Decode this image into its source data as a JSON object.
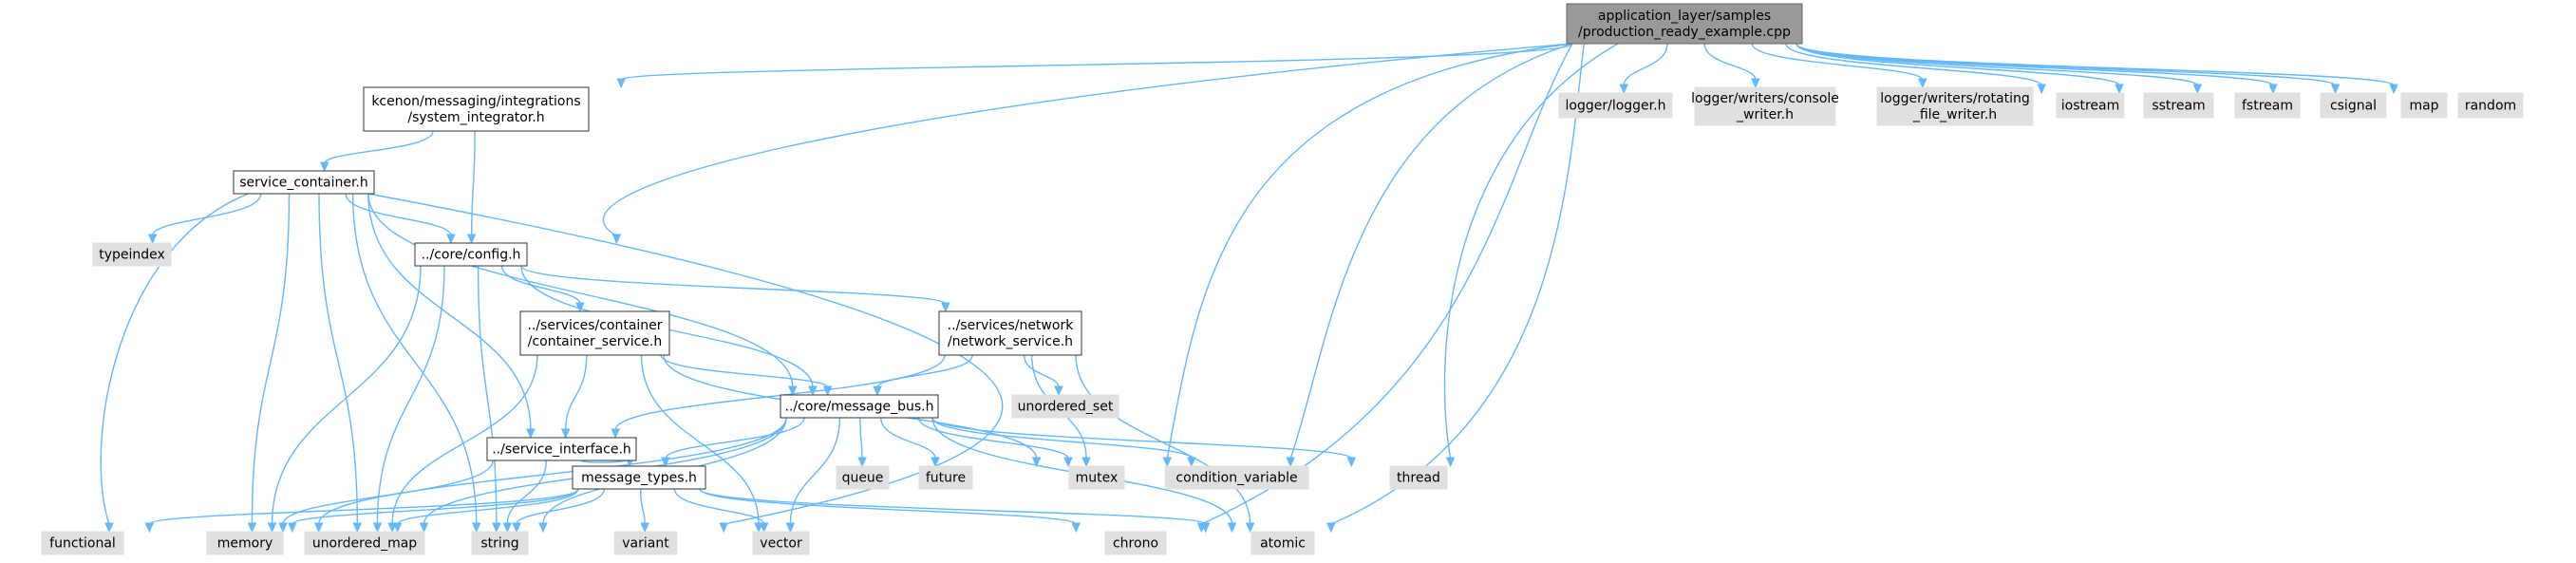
{
  "diagram": {
    "nodes": [
      {
        "id": "root",
        "style": "root",
        "lines": [
          "application_layer/samples",
          "/production_ready_example.cpp"
        ]
      },
      {
        "id": "system_integrator",
        "style": "doc",
        "lines": [
          "kcenon/messaging/integrations",
          "/system_integrator.h"
        ]
      },
      {
        "id": "service_container",
        "style": "doc",
        "lines": [
          "service_container.h"
        ]
      },
      {
        "id": "config",
        "style": "doc",
        "lines": [
          "../core/config.h"
        ]
      },
      {
        "id": "container_service",
        "style": "doc",
        "lines": [
          "../services/container",
          "/container_service.h"
        ]
      },
      {
        "id": "network_service",
        "style": "doc",
        "lines": [
          "../services/network",
          "/network_service.h"
        ]
      },
      {
        "id": "message_bus",
        "style": "doc",
        "lines": [
          "../core/message_bus.h"
        ]
      },
      {
        "id": "service_interface",
        "style": "doc",
        "lines": [
          "../service_interface.h"
        ]
      },
      {
        "id": "message_types",
        "style": "doc",
        "lines": [
          "message_types.h"
        ]
      },
      {
        "id": "logger",
        "style": "ext",
        "lines": [
          "logger/logger.h"
        ]
      },
      {
        "id": "console_writer",
        "style": "ext",
        "lines": [
          "logger/writers/console",
          "_writer.h"
        ]
      },
      {
        "id": "rotating_writer",
        "style": "ext",
        "lines": [
          "logger/writers/rotating",
          "_file_writer.h"
        ]
      },
      {
        "id": "iostream",
        "style": "ext",
        "lines": [
          "iostream"
        ]
      },
      {
        "id": "sstream",
        "style": "ext",
        "lines": [
          "sstream"
        ]
      },
      {
        "id": "fstream",
        "style": "ext",
        "lines": [
          "fstream"
        ]
      },
      {
        "id": "csignal",
        "style": "ext",
        "lines": [
          "csignal"
        ]
      },
      {
        "id": "map",
        "style": "ext",
        "lines": [
          "map"
        ]
      },
      {
        "id": "random",
        "style": "ext",
        "lines": [
          "random"
        ]
      },
      {
        "id": "typeindex",
        "style": "ext",
        "lines": [
          "typeindex"
        ]
      },
      {
        "id": "unordered_set",
        "style": "ext",
        "lines": [
          "unordered_set"
        ]
      },
      {
        "id": "queue",
        "style": "ext",
        "lines": [
          "queue"
        ]
      },
      {
        "id": "future",
        "style": "ext",
        "lines": [
          "future"
        ]
      },
      {
        "id": "mutex",
        "style": "ext",
        "lines": [
          "mutex"
        ]
      },
      {
        "id": "condition_variable",
        "style": "ext",
        "lines": [
          "condition_variable"
        ]
      },
      {
        "id": "thread",
        "style": "ext",
        "lines": [
          "thread"
        ]
      },
      {
        "id": "functional",
        "style": "ext",
        "lines": [
          "functional"
        ]
      },
      {
        "id": "memory",
        "style": "ext",
        "lines": [
          "memory"
        ]
      },
      {
        "id": "unordered_map",
        "style": "ext",
        "lines": [
          "unordered_map"
        ]
      },
      {
        "id": "string",
        "style": "ext",
        "lines": [
          "string"
        ]
      },
      {
        "id": "variant",
        "style": "ext",
        "lines": [
          "variant"
        ]
      },
      {
        "id": "vector",
        "style": "ext",
        "lines": [
          "vector"
        ]
      },
      {
        "id": "chrono",
        "style": "ext",
        "lines": [
          "chrono"
        ]
      },
      {
        "id": "atomic",
        "style": "ext",
        "lines": [
          "atomic"
        ]
      }
    ],
    "edges": [
      [
        "root",
        "system_integrator"
      ],
      [
        "root",
        "config"
      ],
      [
        "root",
        "logger"
      ],
      [
        "root",
        "console_writer"
      ],
      [
        "root",
        "rotating_writer"
      ],
      [
        "root",
        "iostream"
      ],
      [
        "root",
        "sstream"
      ],
      [
        "root",
        "fstream"
      ],
      [
        "root",
        "csignal"
      ],
      [
        "root",
        "map"
      ],
      [
        "root",
        "random"
      ],
      [
        "root",
        "mutex"
      ],
      [
        "root",
        "condition_variable"
      ],
      [
        "root",
        "thread"
      ],
      [
        "root",
        "atomic"
      ],
      [
        "root",
        "chrono"
      ],
      [
        "system_integrator",
        "service_container"
      ],
      [
        "system_integrator",
        "config"
      ],
      [
        "service_container",
        "config"
      ],
      [
        "service_container",
        "typeindex"
      ],
      [
        "service_container",
        "functional"
      ],
      [
        "service_container",
        "memory"
      ],
      [
        "service_container",
        "unordered_map"
      ],
      [
        "service_container",
        "string"
      ],
      [
        "service_container",
        "service_interface"
      ],
      [
        "service_container",
        "message_bus"
      ],
      [
        "service_container",
        "vector"
      ],
      [
        "config",
        "container_service"
      ],
      [
        "config",
        "network_service"
      ],
      [
        "config",
        "message_bus"
      ],
      [
        "config",
        "memory"
      ],
      [
        "config",
        "unordered_map"
      ],
      [
        "config",
        "string"
      ],
      [
        "container_service",
        "service_interface"
      ],
      [
        "container_service",
        "message_bus"
      ],
      [
        "container_service",
        "mutex"
      ],
      [
        "container_service",
        "unordered_map"
      ],
      [
        "container_service",
        "vector"
      ],
      [
        "network_service",
        "unordered_set"
      ],
      [
        "network_service",
        "message_bus"
      ],
      [
        "network_service",
        "service_interface"
      ],
      [
        "network_service",
        "mutex"
      ],
      [
        "network_service",
        "atomic"
      ],
      [
        "message_bus",
        "message_types"
      ],
      [
        "message_bus",
        "queue"
      ],
      [
        "message_bus",
        "future"
      ],
      [
        "message_bus",
        "mutex"
      ],
      [
        "message_bus",
        "condition_variable"
      ],
      [
        "message_bus",
        "thread"
      ],
      [
        "message_bus",
        "memory"
      ],
      [
        "message_bus",
        "unordered_map"
      ],
      [
        "message_bus",
        "string"
      ],
      [
        "message_bus",
        "vector"
      ],
      [
        "message_bus",
        "atomic"
      ],
      [
        "service_interface",
        "message_types"
      ],
      [
        "service_interface",
        "memory"
      ],
      [
        "service_interface",
        "string"
      ],
      [
        "message_types",
        "functional"
      ],
      [
        "message_types",
        "memory"
      ],
      [
        "message_types",
        "unordered_map"
      ],
      [
        "message_types",
        "string"
      ],
      [
        "message_types",
        "variant"
      ],
      [
        "message_types",
        "vector"
      ],
      [
        "message_types",
        "chrono"
      ],
      [
        "message_types",
        "atomic"
      ]
    ]
  }
}
